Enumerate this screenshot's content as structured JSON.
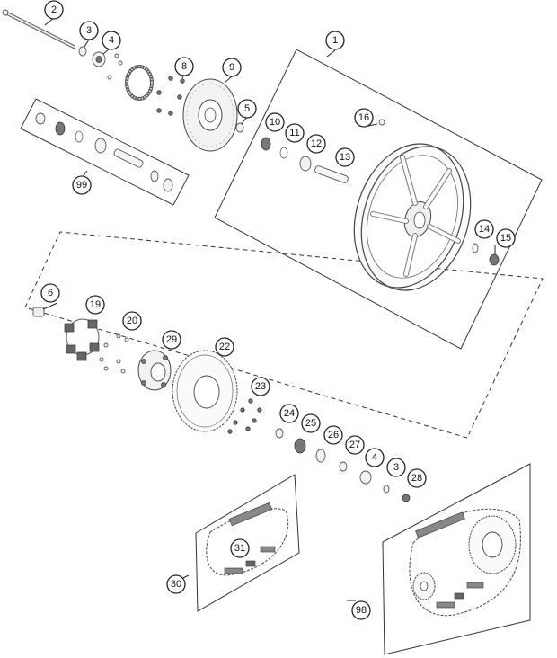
{
  "diagram": {
    "callouts": [
      {
        "label": "1"
      },
      {
        "label": "2"
      },
      {
        "label": "3"
      },
      {
        "label": "4"
      },
      {
        "label": "8"
      },
      {
        "label": "9"
      },
      {
        "label": "5"
      },
      {
        "label": "10"
      },
      {
        "label": "11"
      },
      {
        "label": "12"
      },
      {
        "label": "13"
      },
      {
        "label": "16"
      },
      {
        "label": "14"
      },
      {
        "label": "15"
      },
      {
        "label": "99"
      },
      {
        "label": "6"
      },
      {
        "label": "19"
      },
      {
        "label": "20"
      },
      {
        "label": "29"
      },
      {
        "label": "22"
      },
      {
        "label": "23"
      },
      {
        "label": "24"
      },
      {
        "label": "25"
      },
      {
        "label": "26"
      },
      {
        "label": "27"
      },
      {
        "label": "4"
      },
      {
        "label": "3"
      },
      {
        "label": "28"
      },
      {
        "label": "31"
      },
      {
        "label": "30"
      },
      {
        "label": "98"
      }
    ]
  }
}
